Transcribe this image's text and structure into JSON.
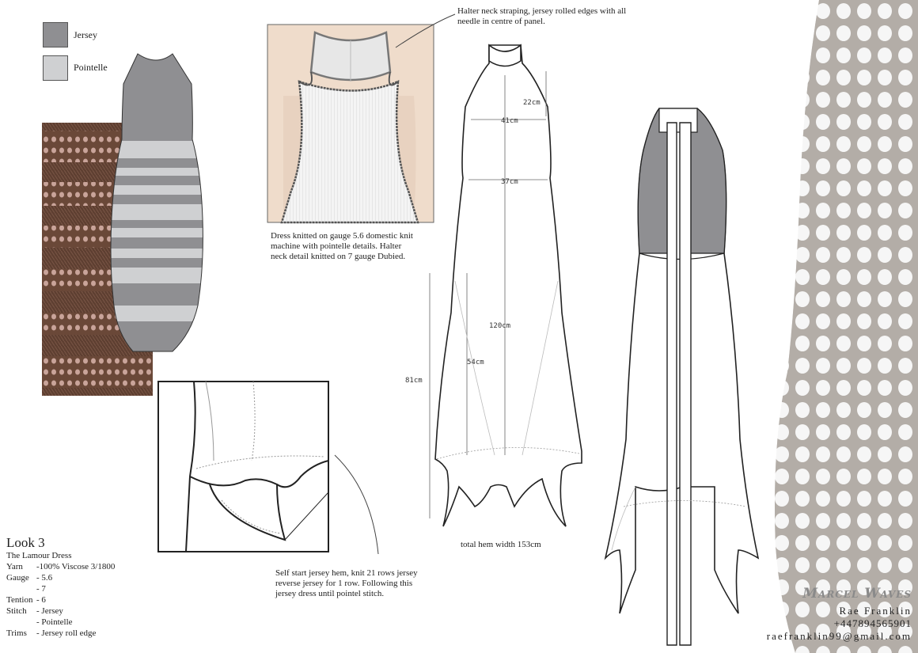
{
  "legend": {
    "items": [
      {
        "label": "Jersey",
        "color": "#8f8f92"
      },
      {
        "label": "Pointelle",
        "color": "#cfd0d2"
      }
    ]
  },
  "notes": {
    "halter": "Halter neck straping, jersey rolled edges with all needle in centre of panel.",
    "knit": "Dress knitted on gauge 5.6 domestic knit machine with pointelle details. Halter neck detail knitted on 7 gauge Dubied.",
    "hem": "Self start jersey hem, knit 21 rows jersey reverse jersey for 1 row. Following this jersey dress until pointel stitch."
  },
  "measurements": {
    "m22": "22cm",
    "m41": "41cm",
    "m37": "37cm",
    "m120": "120cm",
    "m54": "54cm",
    "m81": "81cm",
    "hem": "total hem width 153cm"
  },
  "spec": {
    "look": "Look 3",
    "name": "The Lamour Dress",
    "rows": [
      {
        "key": "Yarn",
        "value": "-100% Viscose 3/1800"
      },
      {
        "key": "Gauge",
        "value": "- 5.6"
      },
      {
        "key": "",
        "value": "- 7"
      },
      {
        "key": "Tention",
        "value": "- 6"
      },
      {
        "key": "Stitch",
        "value": "- Jersey"
      },
      {
        "key": "",
        "value": "- Pointelle"
      },
      {
        "key": "Trims",
        "value": "- Jersey roll edge"
      }
    ]
  },
  "brand": {
    "logo": "Marcel Waves",
    "designer": "Rae Franklin",
    "phone": "+447894565901",
    "email": "raefranklin99@gmail.com"
  },
  "colors": {
    "jersey": "#8f8f92",
    "pointelle": "#cfd0d2",
    "knit_brown": "#6b4a3a",
    "skin": "#efdccb"
  }
}
